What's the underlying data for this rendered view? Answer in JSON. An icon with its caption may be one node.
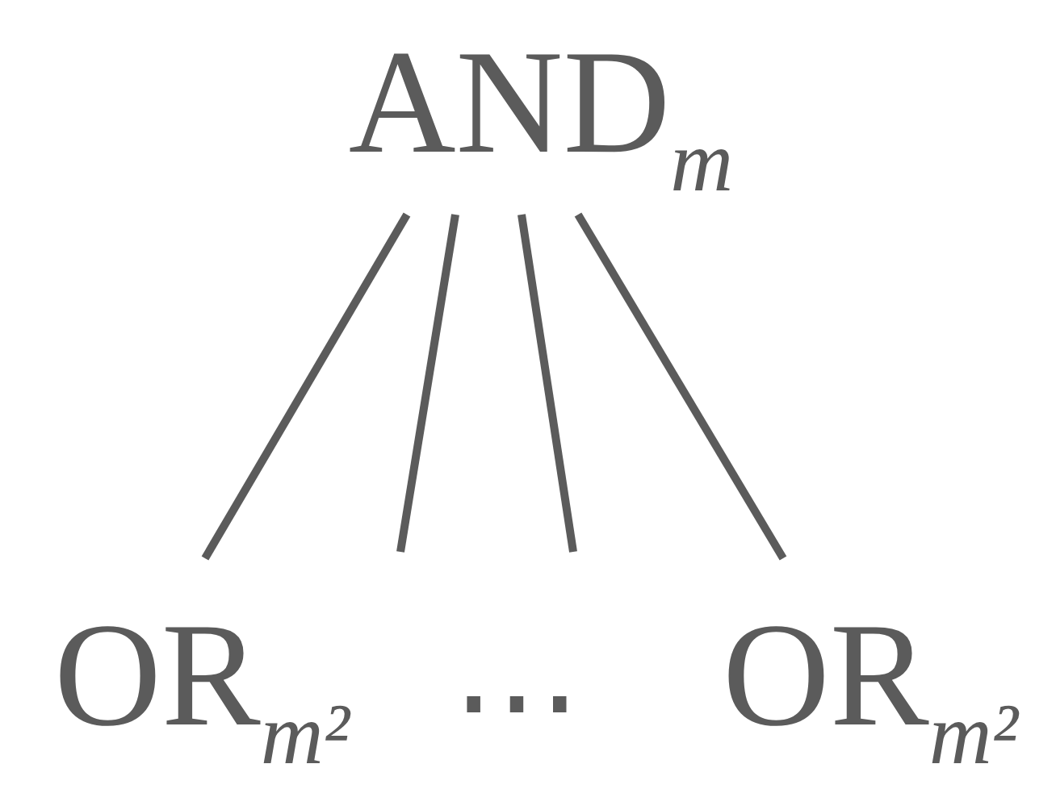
{
  "diagram": {
    "nodes": [
      {
        "text": [
          "AND$_{m}$"
        ]
      },
      {
        "text": [
          "OR$_{m²}$"
        ]
      },
      {
        "text": [
          "OR$_{m²}$"
        ]
      }
    ],
    "edges": [
      {
        "from": 0,
        "to": 1,
        "arrow": "none"
      },
      {
        "from": 0,
        "to": null,
        "arrow": "none"
      },
      {
        "from": 0,
        "to": null,
        "arrow": "none"
      },
      {
        "from": 0,
        "to": 2,
        "arrow": "none"
      }
    ],
    "labels": [
      "⋯"
    ]
  }
}
